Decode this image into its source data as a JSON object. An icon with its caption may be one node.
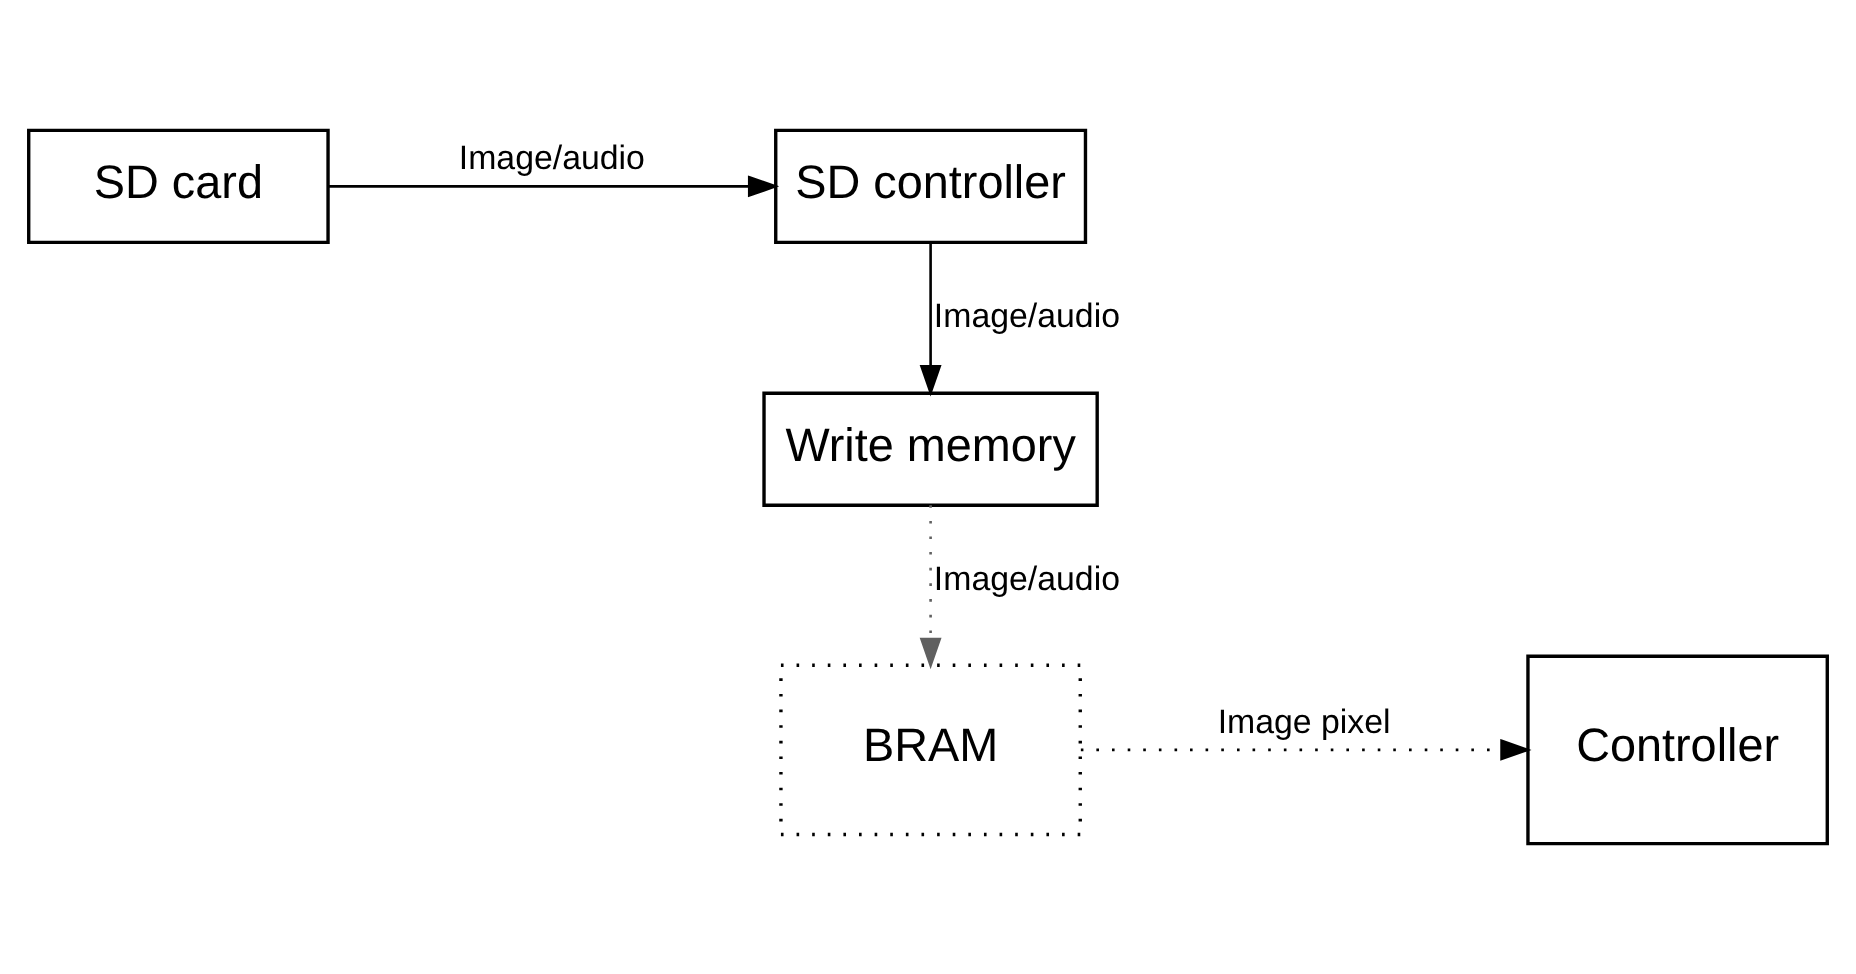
{
  "diagram": {
    "nodes": [
      {
        "text": [
          "SD controller"
        ]
      },
      {
        "text": [
          "SD card"
        ]
      },
      {
        "text": [
          "Write memory"
        ]
      },
      {
        "text": [
          "Controller"
        ]
      },
      {
        "text": [
          "BRAM"
        ]
      }
    ],
    "edges": [
      {
        "from": 1,
        "to": 0,
        "arrow": "to",
        "label": "Image/audio"
      },
      {
        "from": 0,
        "to": 2,
        "arrow": "to",
        "label": "Image/audio"
      },
      {
        "from": 2,
        "to": 4,
        "arrow": "to",
        "label": "Image/audio",
        "style": "dashed",
        "color": "#606060"
      },
      {
        "from": 4,
        "to": 3,
        "arrow": "to",
        "label": "Image pixel",
        "style": "dashed"
      }
    ]
  }
}
